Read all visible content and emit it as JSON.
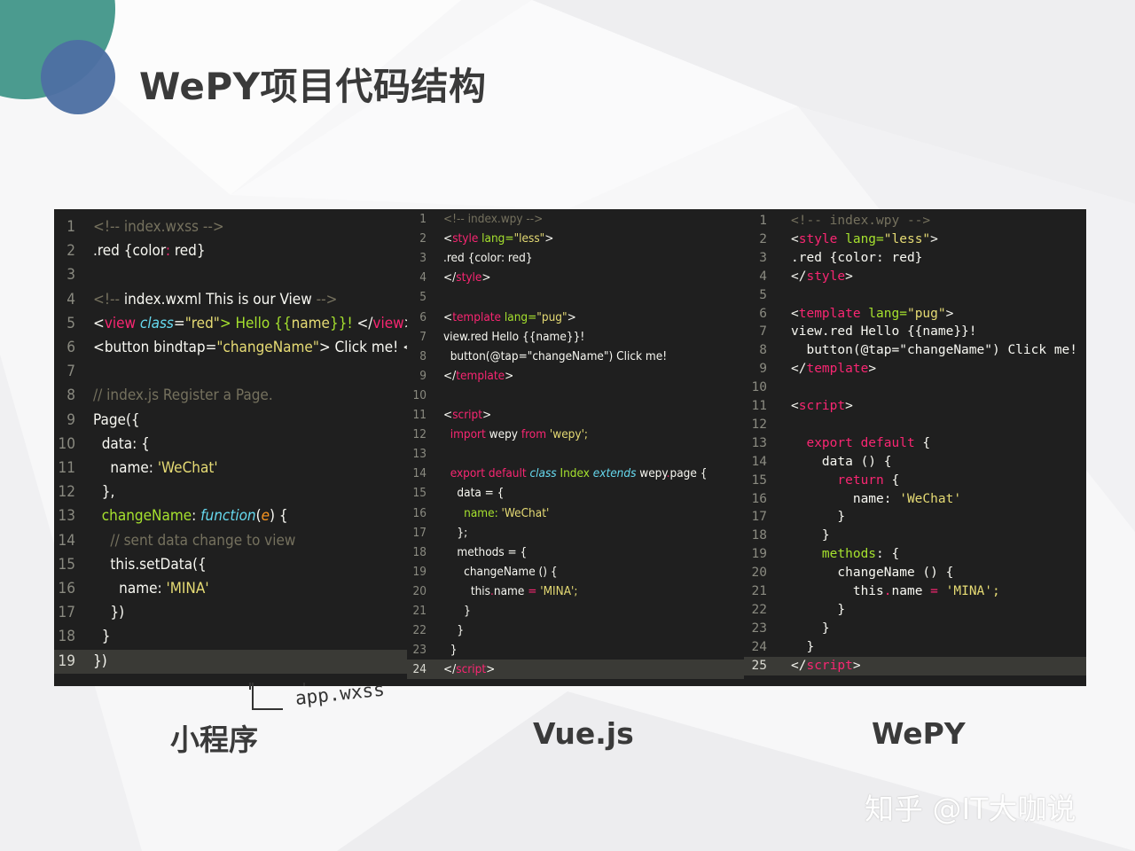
{
  "slide": {
    "title": "WePY项目代码结构",
    "colors": {
      "teal": "#4b9b8f",
      "blue": "#4d6fa2",
      "title": "#3a3a3a",
      "editor_bg": "#1f1f1f"
    },
    "captions": [
      "小程序",
      "Vue.js",
      "WePY"
    ],
    "tree_fragment": "app.wxss",
    "watermark": "知乎 @IT大咖说"
  },
  "panels": [
    {
      "name": "miniprogram",
      "active_line": 19,
      "lines": [
        [
          [
            "<!-- index.wxss -->",
            "c"
          ]
        ],
        [
          [
            ".red {color",
            "w"
          ],
          [
            ": ",
            "p"
          ],
          [
            "red}",
            "w"
          ]
        ],
        [],
        [
          [
            "<!-- ",
            "c"
          ],
          [
            "index.wxml This is our View",
            "w"
          ],
          [
            " -->",
            "c"
          ]
        ],
        [
          [
            "<",
            "w"
          ],
          [
            "view",
            "p"
          ],
          [
            " ",
            "w"
          ],
          [
            "class",
            "b"
          ],
          [
            "=",
            "w"
          ],
          [
            "\"red\"",
            "y"
          ],
          [
            "> Hello {{",
            "g"
          ],
          [
            "name",
            "y"
          ],
          [
            "}}! ",
            "g"
          ],
          [
            "</",
            "w"
          ],
          [
            "view",
            "p"
          ],
          [
            ">",
            "w"
          ]
        ],
        [
          [
            "<",
            "w"
          ],
          [
            "button bindtap=",
            "w"
          ],
          [
            "\"changeName\"",
            "y"
          ],
          [
            "> Click me! </",
            "w"
          ],
          [
            "button",
            "p"
          ],
          [
            ">",
            "w"
          ]
        ],
        [],
        [
          [
            "// index.js Register a Page.",
            "c"
          ]
        ],
        [
          [
            "Page({",
            "w"
          ]
        ],
        [
          [
            "  data: {",
            "w"
          ]
        ],
        [
          [
            "    name: ",
            "w"
          ],
          [
            "'WeChat'",
            "y"
          ]
        ],
        [
          [
            "  },",
            "w"
          ]
        ],
        [
          [
            "  changeName",
            "g"
          ],
          [
            ": ",
            "w"
          ],
          [
            "function",
            "b"
          ],
          [
            "(",
            "w"
          ],
          [
            "e",
            "o"
          ],
          [
            ") {",
            "w"
          ]
        ],
        [
          [
            "    // sent data change to view",
            "c"
          ]
        ],
        [
          [
            "    this.setData({",
            "w"
          ]
        ],
        [
          [
            "      name: ",
            "w"
          ],
          [
            "'MINA'",
            "y"
          ]
        ],
        [
          [
            "    })",
            "w"
          ]
        ],
        [
          [
            "  }",
            "w"
          ]
        ],
        [
          [
            "})",
            "w"
          ]
        ]
      ]
    },
    {
      "name": "vuejs",
      "active_line": 24,
      "lines": [
        [
          [
            "<!-- index.wpy -->",
            "c"
          ]
        ],
        [
          [
            "<",
            "w"
          ],
          [
            "style",
            "p"
          ],
          [
            " lang=",
            "g"
          ],
          [
            "\"less\"",
            "y"
          ],
          [
            ">",
            "w"
          ]
        ],
        [
          [
            ".red {color: red}",
            "w"
          ]
        ],
        [
          [
            "</",
            "w"
          ],
          [
            "style",
            "p"
          ],
          [
            ">",
            "w"
          ]
        ],
        [],
        [
          [
            "<",
            "w"
          ],
          [
            "template",
            "p"
          ],
          [
            " lang=",
            "g"
          ],
          [
            "\"pug\"",
            "y"
          ],
          [
            ">",
            "w"
          ]
        ],
        [
          [
            "view.red Hello {{name}}!",
            "w"
          ]
        ],
        [
          [
            "  button(@tap=",
            "w"
          ],
          [
            "\"changeName\"",
            "w"
          ],
          [
            ") Click me!",
            "w"
          ]
        ],
        [
          [
            "</",
            "w"
          ],
          [
            "template",
            "p"
          ],
          [
            ">",
            "w"
          ]
        ],
        [],
        [
          [
            "<",
            "w"
          ],
          [
            "script",
            "p"
          ],
          [
            ">",
            "w"
          ]
        ],
        [
          [
            "  import",
            "p"
          ],
          [
            " wepy ",
            "w"
          ],
          [
            "from",
            "p"
          ],
          [
            " 'wepy';",
            "y"
          ]
        ],
        [],
        [
          [
            "  export default",
            "p"
          ],
          [
            " class",
            "b"
          ],
          [
            " Index ",
            "g"
          ],
          [
            "extends",
            "b"
          ],
          [
            " wepy",
            "w"
          ],
          [
            ".",
            "p"
          ],
          [
            "page {",
            "w"
          ]
        ],
        [
          [
            "    data = {",
            "w"
          ]
        ],
        [
          [
            "      name: ",
            "g"
          ],
          [
            "'WeChat'",
            "y"
          ]
        ],
        [
          [
            "    };",
            "w"
          ]
        ],
        [
          [
            "    methods = {",
            "w"
          ]
        ],
        [
          [
            "      changeName () {",
            "w"
          ]
        ],
        [
          [
            "        this",
            "w"
          ],
          [
            ".",
            "p"
          ],
          [
            "name ",
            "w"
          ],
          [
            "= ",
            "p"
          ],
          [
            "'MINA';",
            "y"
          ]
        ],
        [
          [
            "      }",
            "w"
          ]
        ],
        [
          [
            "    }",
            "w"
          ]
        ],
        [
          [
            "  }",
            "w"
          ]
        ],
        [
          [
            "</",
            "w"
          ],
          [
            "script",
            "p"
          ],
          [
            ">",
            "w"
          ]
        ]
      ]
    },
    {
      "name": "wepy",
      "active_line": 25,
      "lines": [
        [
          [
            "<!-- index.wpy -->",
            "c"
          ]
        ],
        [
          [
            "<",
            "w"
          ],
          [
            "style",
            "p"
          ],
          [
            " lang=",
            "g"
          ],
          [
            "\"less\"",
            "y"
          ],
          [
            ">",
            "w"
          ]
        ],
        [
          [
            ".red {color: red}",
            "w"
          ]
        ],
        [
          [
            "</",
            "w"
          ],
          [
            "style",
            "p"
          ],
          [
            ">",
            "w"
          ]
        ],
        [],
        [
          [
            "<",
            "w"
          ],
          [
            "template",
            "p"
          ],
          [
            " lang=",
            "g"
          ],
          [
            "\"pug\"",
            "y"
          ],
          [
            ">",
            "w"
          ]
        ],
        [
          [
            "view.red Hello {{name}}!",
            "w"
          ]
        ],
        [
          [
            "  button(@tap=",
            "w"
          ],
          [
            "\"changeName\"",
            "w"
          ],
          [
            ") Click me!",
            "w"
          ]
        ],
        [
          [
            "</",
            "w"
          ],
          [
            "template",
            "p"
          ],
          [
            ">",
            "w"
          ]
        ],
        [],
        [
          [
            "<",
            "w"
          ],
          [
            "script",
            "p"
          ],
          [
            ">",
            "w"
          ]
        ],
        [],
        [
          [
            "  export default",
            "p"
          ],
          [
            " {",
            "w"
          ]
        ],
        [
          [
            "    data () {",
            "w"
          ]
        ],
        [
          [
            "      return",
            "p"
          ],
          [
            " {",
            "w"
          ]
        ],
        [
          [
            "        name: ",
            "w"
          ],
          [
            "'WeChat'",
            "y"
          ]
        ],
        [
          [
            "      }",
            "w"
          ]
        ],
        [
          [
            "    }",
            "w"
          ]
        ],
        [
          [
            "    methods",
            "g"
          ],
          [
            ": {",
            "w"
          ]
        ],
        [
          [
            "      changeName () {",
            "w"
          ]
        ],
        [
          [
            "        this",
            "w"
          ],
          [
            ".",
            "p"
          ],
          [
            "name ",
            "w"
          ],
          [
            "= ",
            "p"
          ],
          [
            "'MINA';",
            "y"
          ]
        ],
        [
          [
            "      }",
            "w"
          ]
        ],
        [
          [
            "    }",
            "w"
          ]
        ],
        [
          [
            "  }",
            "w"
          ]
        ],
        [
          [
            "</",
            "w"
          ],
          [
            "script",
            "p"
          ],
          [
            ">",
            "w"
          ]
        ]
      ]
    }
  ]
}
